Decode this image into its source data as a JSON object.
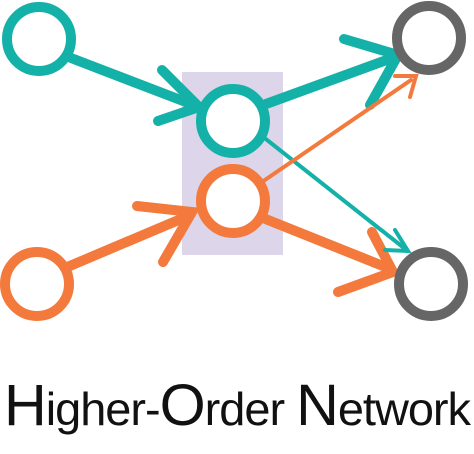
{
  "colors": {
    "teal": "#14B1A8",
    "orange": "#F37A3C",
    "gray": "#666666",
    "highlight": "#DDD5EA",
    "text": "#111111"
  },
  "caption": {
    "full": "Higher-Order Network",
    "cap_h": "H",
    "rest_h": "igher-",
    "cap_o": "O",
    "rest_o": "rder ",
    "cap_n": "N",
    "rest_n": "etwork"
  },
  "nodes": [
    {
      "id": "teal-source",
      "color": "teal"
    },
    {
      "id": "orange-source",
      "color": "orange"
    },
    {
      "id": "teal-center",
      "color": "teal"
    },
    {
      "id": "orange-center",
      "color": "orange"
    },
    {
      "id": "gray-top-target",
      "color": "gray"
    },
    {
      "id": "gray-bottom-target",
      "color": "gray"
    }
  ],
  "edges": [
    {
      "from": "teal-source",
      "to": "teal-center",
      "color": "teal",
      "weight": "thick"
    },
    {
      "from": "orange-source",
      "to": "orange-center",
      "color": "orange",
      "weight": "thick"
    },
    {
      "from": "teal-center",
      "to": "gray-top-target",
      "color": "teal",
      "weight": "thick"
    },
    {
      "from": "orange-center",
      "to": "gray-bottom-target",
      "color": "orange",
      "weight": "thick"
    },
    {
      "from": "teal-center",
      "to": "gray-bottom-target",
      "color": "teal",
      "weight": "thin"
    },
    {
      "from": "orange-center",
      "to": "gray-top-target",
      "color": "orange",
      "weight": "thin"
    }
  ]
}
